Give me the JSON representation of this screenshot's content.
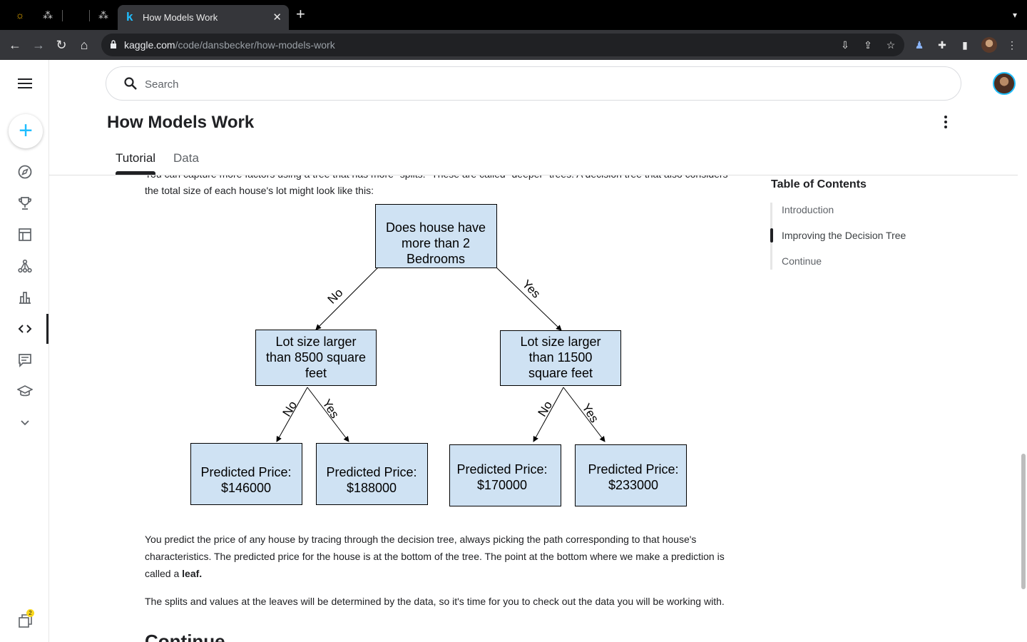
{
  "browser": {
    "active_tab_title": "How Models Work",
    "url_host": "kaggle.com",
    "url_path": "/code/dansbecker/how-models-work"
  },
  "search": {
    "placeholder": "Search"
  },
  "page": {
    "title": "How Models Work",
    "tabs": [
      "Tutorial",
      "Data"
    ],
    "paragraph_top_cut": "You can capture more factors using a tree that has more \"splits.\" These are called \"deeper\" trees. A decision tree that also considers",
    "paragraph_top": "the total size of each house's lot might look like this:",
    "paragraph_predict_pre": "You predict the price of any house by tracing through the decision tree, always picking the path corresponding to that house's characteristics. The predicted price for the house is at the bottom of the tree. The point at the bottom where we make a prediction is called a ",
    "paragraph_predict_bold": "leaf.",
    "paragraph_splits": "The splits and values at the leaves will be determined by the data, so it's time for you to check out the data you will be working with.",
    "next_heading": "Continue"
  },
  "tree": {
    "root": [
      "Does house have",
      "more than 2",
      "Bedrooms"
    ],
    "left": [
      "Lot size larger",
      "than 8500 square",
      "feet"
    ],
    "right": [
      "Lot size larger",
      "than 11500",
      "square feet"
    ],
    "leaf1": [
      "Predicted Price:",
      "$146000"
    ],
    "leaf2": [
      "Predicted Price:",
      "$188000"
    ],
    "leaf3": [
      "Predicted Price:",
      "$170000"
    ],
    "leaf4": [
      "Predicted Price:",
      "$233000"
    ],
    "no": "No",
    "yes": "Yes"
  },
  "toc": {
    "title": "Table of Contents",
    "items": [
      "Introduction",
      "Improving the Decision Tree",
      "Continue"
    ]
  },
  "notifications": {
    "count": "2"
  },
  "colors": {
    "accent": "#20beff",
    "tree_fill": "#cfe2f3",
    "text": "#202124"
  }
}
